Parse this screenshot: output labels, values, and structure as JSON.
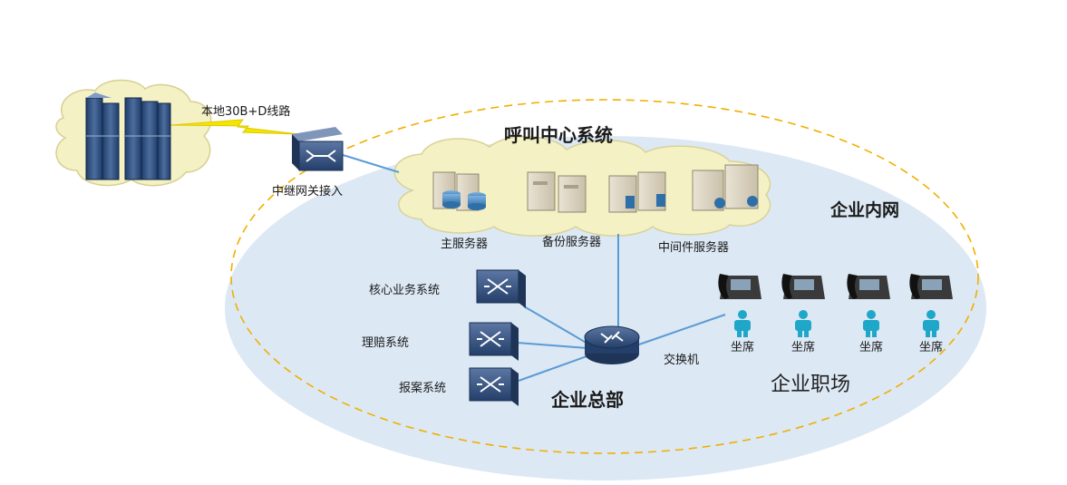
{
  "diagram": {
    "trunk_line": "本地30B+D线路",
    "gateway": "中继网关接入",
    "call_center_title": "呼叫中心系统",
    "intranet_title": "企业内网",
    "main_server": "主服务器",
    "backup_server": "备份服务器",
    "middleware_server": "中间件服务器",
    "core_system": "核心业务系统",
    "claims_system": "理赔系统",
    "report_system": "报案系统",
    "switch": "交换机",
    "hq_title": "企业总部",
    "workplace_title": "企业职场",
    "seats": [
      "坐席",
      "坐席",
      "坐席",
      "坐席"
    ]
  },
  "colors": {
    "intranet_fill": "#dce8f4",
    "dashed_border": "#f0b000",
    "cloud_fill": "#f4f1c4",
    "link_line": "#5b9bd5",
    "lightning": "#f2e600",
    "agent": "#1fa7c9",
    "device": "#2f4a73"
  }
}
